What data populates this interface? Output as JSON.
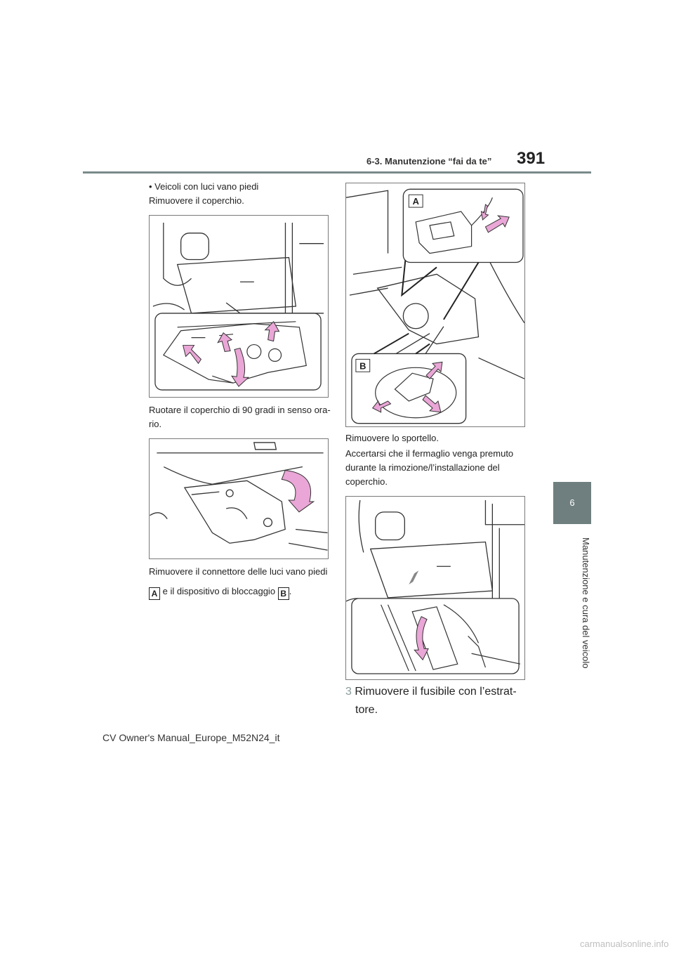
{
  "header": {
    "section_title": "6-3. Manutenzione “fai da te”",
    "page_number": "391"
  },
  "side_tab": {
    "chapter_number": "6",
    "chapter_title": "Manutenzione e cura del veicolo"
  },
  "left_column": {
    "bullet_text": "• Veicoli con luci vano piedi",
    "step_remove_cover": "Rimuovere il coperchio.",
    "step_rotate_line1": "Ruotare il coperchio di 90 gradi in senso ora-",
    "step_rotate_line2": "rio.",
    "step_connector_line1": "Rimuovere il connettore delle luci vano piedi",
    "step_connector_mid": "e il dispositivo di bloccaggio",
    "step_connector_end": "."
  },
  "right_column": {
    "step_remove_door": "Rimuovere lo sportello.",
    "note_line1": "Accertarsi che il fermaglio venga premuto",
    "note_line2": "durante la rimozione/l’installazione del",
    "note_line3": "coperchio.",
    "step3_number": "3",
    "step3_line1": "Rimuovere il fusibile con l’estrat-",
    "step3_line2": "tore."
  },
  "labels": {
    "a": "A",
    "b": "B"
  },
  "footer": {
    "manual_name": "CV Owner's Manual_Europe_M52N24_it"
  },
  "watermark": {
    "text": "carmanualsonline.info"
  },
  "colors": {
    "arrow_pink": "#e9a6d6",
    "rule_gray": "#7a8a8a",
    "tab_gray": "#6f7f7f"
  }
}
